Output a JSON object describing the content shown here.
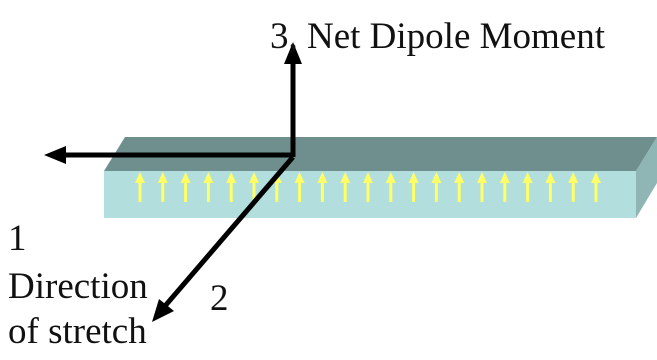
{
  "labels": {
    "axis3": "3, Net Dipole Moment",
    "axis1": "1",
    "direction": "Direction",
    "of_stretch": "of stretch",
    "axis2": "2"
  },
  "colors": {
    "slab_top": "#6e8f8e",
    "slab_front": "#b2dedd",
    "slab_side": "#8fb5b4",
    "dipole_arrow": "#ffff66",
    "axis_arrow": "#000000"
  },
  "dipole_arrow_count": 21
}
